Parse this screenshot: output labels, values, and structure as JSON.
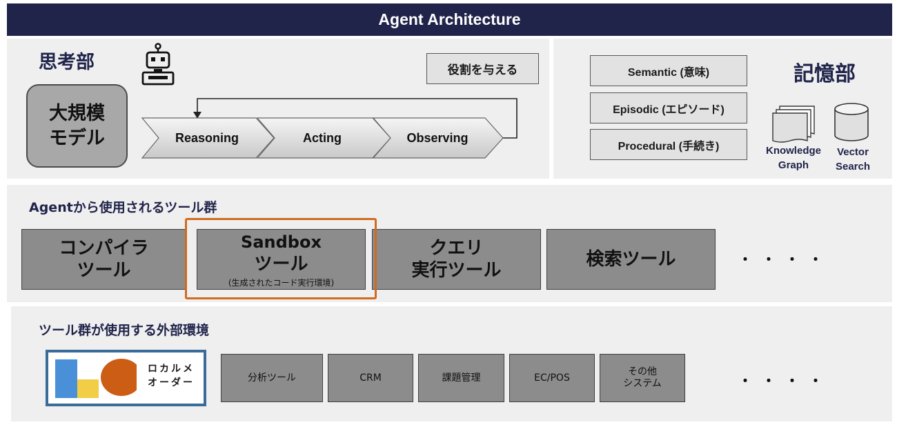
{
  "title": "Agent Architecture",
  "thinking": {
    "section_title": "思考部",
    "model_line1": "大規模",
    "model_line2": "モデル",
    "role_label": "役割を与える",
    "steps": [
      "Reasoning",
      "Acting",
      "Observing"
    ],
    "robot_icon": "robot-icon"
  },
  "memory": {
    "section_title": "記憶部",
    "items": [
      "Semantic (意味)",
      "Episodic (エピソード)",
      "Procedural (手続き)"
    ],
    "knowledge_graph": [
      "Knowledge",
      "Graph"
    ],
    "vector_search": [
      "Vector",
      "Search"
    ]
  },
  "tools": {
    "section_title": "Agentから使用されるツール群",
    "compiler": [
      "コンパイラ",
      "ツール"
    ],
    "sandbox": [
      "Sandbox",
      "ツール"
    ],
    "sandbox_note": "(生成されたコード実行環境)",
    "query": [
      "クエリ",
      "実行ツール"
    ],
    "search": "検索ツール",
    "ellipsis": "・・・・",
    "highlight_color": "#d06a1e"
  },
  "external": {
    "section_title": "ツール群が使用する外部環境",
    "logo_line1": "ロカルメ",
    "logo_line2": "オーダー",
    "items": [
      "分析ツール",
      "CRM",
      "課題管理",
      "EC/POS"
    ],
    "other": [
      "その他",
      "システム"
    ],
    "ellipsis": "・・・・"
  },
  "colors": {
    "navy": "#20244a",
    "panel": "#efefef",
    "box_gray": "#8c8c8c",
    "logo_blue": "#4a90d9",
    "logo_yellow": "#f2cd46",
    "logo_orange": "#cc5d14"
  }
}
